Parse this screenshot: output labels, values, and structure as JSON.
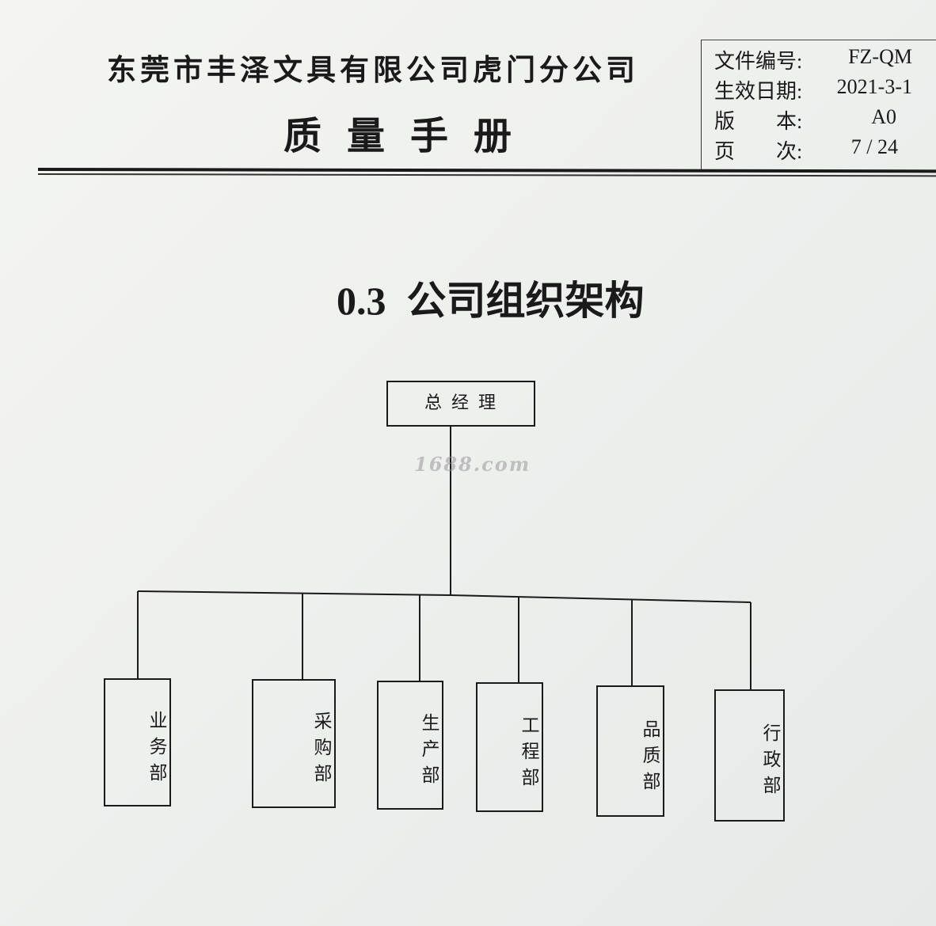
{
  "header": {
    "company": "东莞市丰泽文具有限公司虎门分公司",
    "title": "质量手册",
    "info": [
      {
        "label": "文件编号:",
        "value": "FZ-QM"
      },
      {
        "label": "生效日期:",
        "value": "2021-3-1"
      },
      {
        "label": "版　　本:",
        "value": "A0"
      },
      {
        "label": "页　　次:",
        "value": "7 / 24"
      }
    ]
  },
  "section": {
    "number": "0.3",
    "title": "公司组织架构"
  },
  "org_chart": {
    "root": "总经理",
    "departments": [
      "业务部",
      "采购部",
      "生产部",
      "工程部",
      "品质部",
      "行政部"
    ]
  },
  "watermark": "1688.com"
}
